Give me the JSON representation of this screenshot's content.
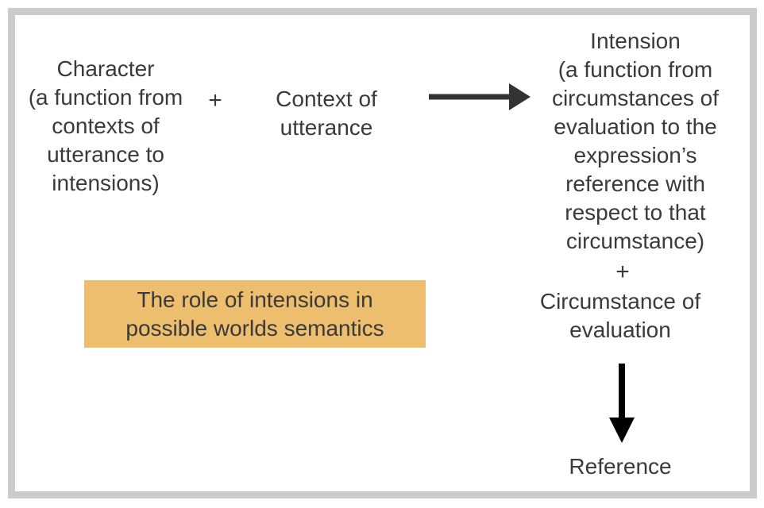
{
  "figure": {
    "title": "Kaplan-style two-stage semantics diagram",
    "left": {
      "character": "Character\n(a function from\ncontexts of\nutterance to\nintensions)",
      "plus": "+",
      "context": "Context of\nutterance"
    },
    "right": {
      "intension": "Intension\n(a function from\ncircumstances of\nevaluation to the\nexpression’s\nreference with\nrespect to that\ncircumstance)",
      "plus": "+",
      "circumstance": "Circumstance of\nevaluation",
      "reference": "Reference"
    },
    "caption": {
      "text": "The role of intensions in\npossible worlds semantics"
    },
    "icons": {
      "right_arrow": "right-arrow-icon",
      "down_arrow": "down-arrow-icon"
    },
    "colors": {
      "background": "#ffffff",
      "frame_border": "#cbcbcb",
      "text": "#3a3a3a",
      "caption_background": "#ecbe6e",
      "right_arrow": "#333333",
      "down_arrow": "#000000"
    }
  }
}
